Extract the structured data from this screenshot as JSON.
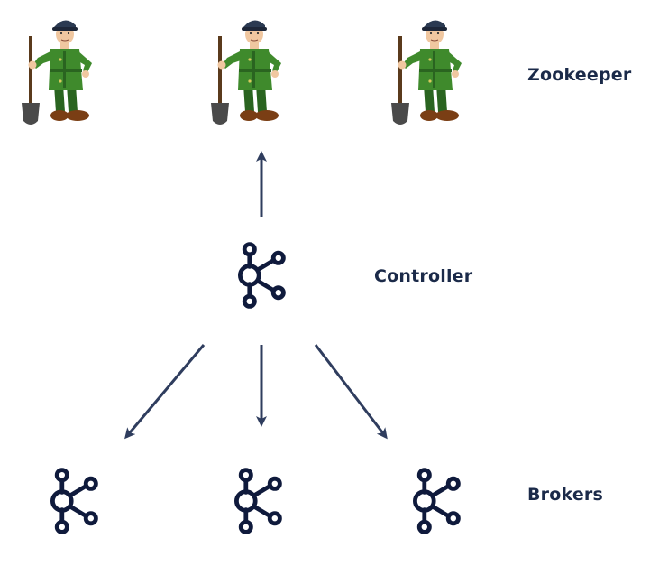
{
  "colors": {
    "text": "#1b2a49",
    "node_stroke": "#0f1a3c",
    "arrow": "#2f3d5e",
    "uniform_green": "#3f8a2c",
    "uniform_dark": "#2a6420",
    "cap": "#2b3a52",
    "skin": "#f0c7a0",
    "shovel_handle": "#5a3a1c",
    "shovel_blade": "#4a4a4a",
    "boots": "#7a3e14"
  },
  "labels": {
    "zookeeper": "Zookeeper",
    "controller": "Controller",
    "brokers": "Brokers"
  },
  "icons": {
    "zookeeper": "zookeeper-figure-icon",
    "node": "kafka-node-icon",
    "arrow": "arrow-icon"
  },
  "roles": {
    "zookeepers": [
      "zookeeper-1",
      "zookeeper-2",
      "zookeeper-3"
    ],
    "controller": "controller",
    "brokers": [
      "broker-1",
      "broker-2",
      "broker-3"
    ]
  }
}
